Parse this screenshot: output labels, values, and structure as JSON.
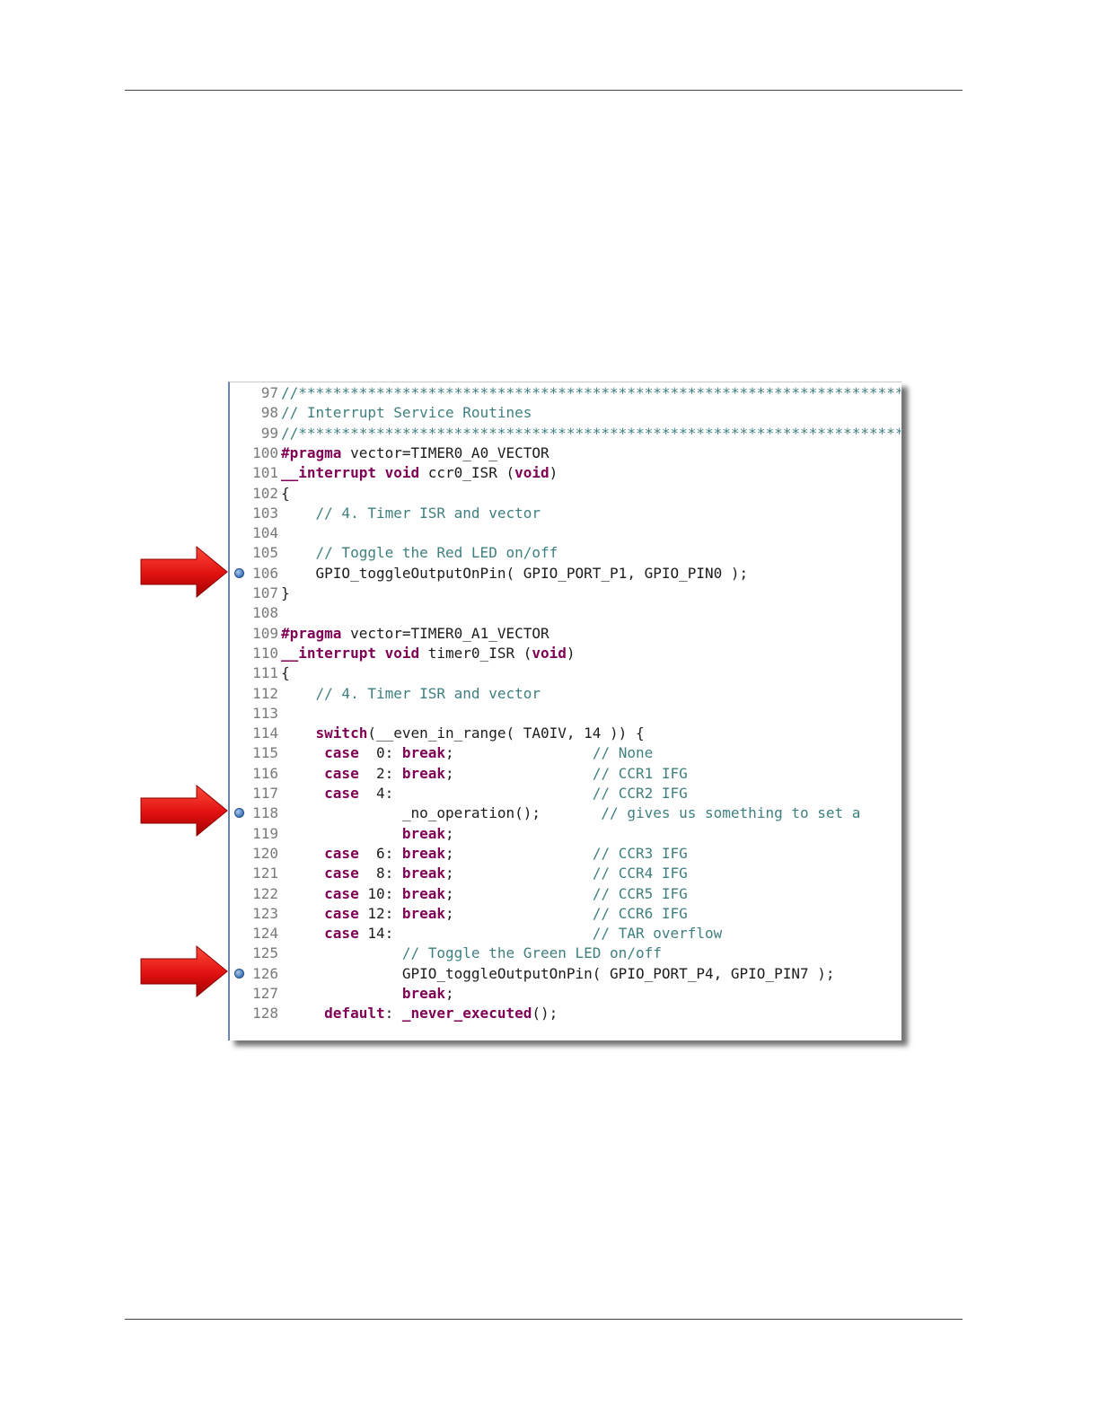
{
  "code_lines": [
    {
      "n": "97",
      "parts": [
        {
          "t": "//**********************************************************************",
          "c": "cm"
        }
      ]
    },
    {
      "n": "98",
      "parts": [
        {
          "t": "// Interrupt Service Routines",
          "c": "cm"
        }
      ]
    },
    {
      "n": "99",
      "parts": [
        {
          "t": "//**********************************************************************",
          "c": "cm"
        }
      ]
    },
    {
      "n": "100",
      "parts": [
        {
          "t": "#pragma",
          "c": "kw"
        },
        {
          "t": " vector=TIMER0_A0_VECTOR",
          "c": ""
        }
      ]
    },
    {
      "n": "101",
      "parts": [
        {
          "t": "__interrupt void",
          "c": "kw"
        },
        {
          "t": " ccr0_ISR (",
          "c": ""
        },
        {
          "t": "void",
          "c": "kw"
        },
        {
          "t": ")",
          "c": ""
        }
      ]
    },
    {
      "n": "102",
      "parts": [
        {
          "t": "{",
          "c": ""
        }
      ]
    },
    {
      "n": "103",
      "parts": [
        {
          "t": "    // 4. Timer ISR and vector",
          "c": "cm"
        }
      ]
    },
    {
      "n": "104",
      "parts": []
    },
    {
      "n": "105",
      "parts": [
        {
          "t": "    // Toggle the Red LED on/off",
          "c": "cm"
        }
      ]
    },
    {
      "n": "106",
      "bp": true,
      "parts": [
        {
          "t": "    GPIO_toggleOutputOnPin( GPIO_PORT_P1, GPIO_PIN0 );",
          "c": ""
        }
      ]
    },
    {
      "n": "107",
      "parts": [
        {
          "t": "}",
          "c": ""
        }
      ]
    },
    {
      "n": "108",
      "parts": []
    },
    {
      "n": "109",
      "parts": [
        {
          "t": "#pragma",
          "c": "kw"
        },
        {
          "t": " vector=TIMER0_A1_VECTOR",
          "c": ""
        }
      ]
    },
    {
      "n": "110",
      "parts": [
        {
          "t": "__interrupt void",
          "c": "kw"
        },
        {
          "t": " timer0_ISR (",
          "c": ""
        },
        {
          "t": "void",
          "c": "kw"
        },
        {
          "t": ")",
          "c": ""
        }
      ]
    },
    {
      "n": "111",
      "parts": [
        {
          "t": "{",
          "c": ""
        }
      ]
    },
    {
      "n": "112",
      "parts": [
        {
          "t": "    // 4. Timer ISR and vector",
          "c": "cm"
        }
      ]
    },
    {
      "n": "113",
      "parts": []
    },
    {
      "n": "114",
      "parts": [
        {
          "t": "    switch",
          "c": "kw"
        },
        {
          "t": "(__even_in_range( TA0IV, 14 )) {",
          "c": ""
        }
      ]
    },
    {
      "n": "115",
      "parts": [
        {
          "t": "     case",
          "c": "kw"
        },
        {
          "t": "  0: ",
          "c": ""
        },
        {
          "t": "break",
          "c": "kw"
        },
        {
          "t": ";",
          "c": ""
        },
        {
          "t": "                // None",
          "c": "cm"
        }
      ]
    },
    {
      "n": "116",
      "parts": [
        {
          "t": "     case",
          "c": "kw"
        },
        {
          "t": "  2: ",
          "c": ""
        },
        {
          "t": "break",
          "c": "kw"
        },
        {
          "t": ";",
          "c": ""
        },
        {
          "t": "                // CCR1 IFG",
          "c": "cm"
        }
      ]
    },
    {
      "n": "117",
      "parts": [
        {
          "t": "     case",
          "c": "kw"
        },
        {
          "t": "  4:",
          "c": ""
        },
        {
          "t": "                       // CCR2 IFG",
          "c": "cm"
        }
      ]
    },
    {
      "n": "118",
      "bp": true,
      "parts": [
        {
          "t": "              _no_operation();       ",
          "c": ""
        },
        {
          "t": "// gives us something to set a",
          "c": "cm"
        }
      ]
    },
    {
      "n": "119",
      "parts": [
        {
          "t": "              break",
          "c": "kw"
        },
        {
          "t": ";",
          "c": ""
        }
      ]
    },
    {
      "n": "120",
      "parts": [
        {
          "t": "     case",
          "c": "kw"
        },
        {
          "t": "  6: ",
          "c": ""
        },
        {
          "t": "break",
          "c": "kw"
        },
        {
          "t": ";",
          "c": ""
        },
        {
          "t": "                // CCR3 IFG",
          "c": "cm"
        }
      ]
    },
    {
      "n": "121",
      "parts": [
        {
          "t": "     case",
          "c": "kw"
        },
        {
          "t": "  8: ",
          "c": ""
        },
        {
          "t": "break",
          "c": "kw"
        },
        {
          "t": ";",
          "c": ""
        },
        {
          "t": "                // CCR4 IFG",
          "c": "cm"
        }
      ]
    },
    {
      "n": "122",
      "parts": [
        {
          "t": "     case",
          "c": "kw"
        },
        {
          "t": " 10: ",
          "c": ""
        },
        {
          "t": "break",
          "c": "kw"
        },
        {
          "t": ";",
          "c": ""
        },
        {
          "t": "                // CCR5 IFG",
          "c": "cm"
        }
      ]
    },
    {
      "n": "123",
      "parts": [
        {
          "t": "     case",
          "c": "kw"
        },
        {
          "t": " 12: ",
          "c": ""
        },
        {
          "t": "break",
          "c": "kw"
        },
        {
          "t": ";",
          "c": ""
        },
        {
          "t": "                // CCR6 IFG",
          "c": "cm"
        }
      ]
    },
    {
      "n": "124",
      "parts": [
        {
          "t": "     case",
          "c": "kw"
        },
        {
          "t": " 14:",
          "c": ""
        },
        {
          "t": "                       // TAR overflow",
          "c": "cm"
        }
      ]
    },
    {
      "n": "125",
      "parts": [
        {
          "t": "              // Toggle the Green LED on/off",
          "c": "cm"
        }
      ]
    },
    {
      "n": "126",
      "bp": true,
      "parts": [
        {
          "t": "              GPIO_toggleOutputOnPin( GPIO_PORT_P4, GPIO_PIN7 );",
          "c": ""
        }
      ]
    },
    {
      "n": "127",
      "parts": [
        {
          "t": "              break",
          "c": "kw"
        },
        {
          "t": ";",
          "c": ""
        }
      ]
    },
    {
      "n": "128",
      "parts": [
        {
          "t": "     default",
          "c": "kw"
        },
        {
          "t": ": ",
          "c": ""
        },
        {
          "t": "_never_executed",
          "c": "kw"
        },
        {
          "t": "();",
          "c": ""
        }
      ]
    }
  ],
  "colors": {
    "arrow": "#e02020",
    "keyword": "#7f0055",
    "comment": "#3f7f7f",
    "breakpoint": "#3e74b5"
  },
  "icons": {
    "breakpoint": "breakpoint-icon",
    "arrow": "red-arrow-icon"
  }
}
